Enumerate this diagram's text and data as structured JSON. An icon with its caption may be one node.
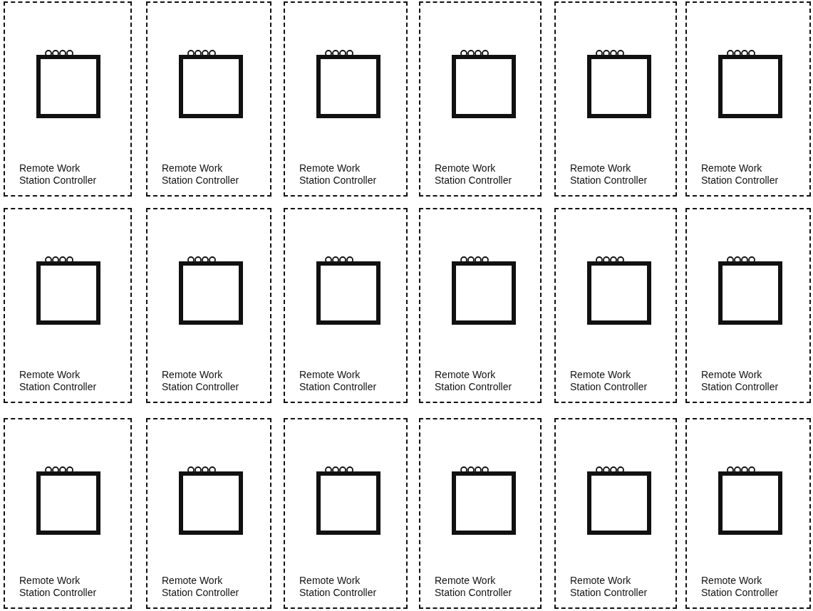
{
  "diagram": {
    "nodes": [
      {
        "text": [
          "Remote Work Station Controller"
        ]
      },
      {
        "text": [
          "Remote Work Station Controller"
        ]
      },
      {
        "text": [
          "Remote Work Station Controller"
        ]
      },
      {
        "text": [
          "Remote Work Station Controller"
        ]
      },
      {
        "text": [
          "Remote Work Station Controller"
        ]
      },
      {
        "text": [
          "Remote Work Station Controller"
        ]
      },
      {
        "text": [
          "Remote Work Station Controller"
        ]
      },
      {
        "text": [
          "Remote Work Station Controller"
        ]
      },
      {
        "text": [
          "Remote Work Station Controller"
        ]
      },
      {
        "text": [
          "Remote Work Station Controller"
        ]
      },
      {
        "text": [
          "Remote Work Station Controller"
        ]
      },
      {
        "text": [
          "Remote Work Station Controller"
        ]
      },
      {
        "text": [
          "Remote Work Station Controller"
        ]
      },
      {
        "text": [
          "Remote Work Station Controller"
        ]
      },
      {
        "text": [
          "Remote Work Station Controller"
        ]
      },
      {
        "text": [
          "Remote Work Station Controller"
        ]
      },
      {
        "text": [
          "Remote Work Station Controller"
        ]
      },
      {
        "text": [
          "Remote Work Station Controller"
        ]
      }
    ]
  }
}
